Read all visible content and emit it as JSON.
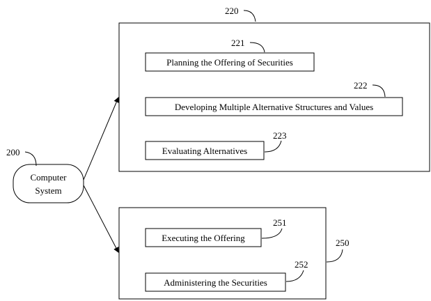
{
  "computer_system": {
    "ref": "200",
    "label_line1": "Computer",
    "label_line2": "System"
  },
  "group_220": {
    "ref": "220",
    "items": [
      {
        "ref": "221",
        "label": "Planning the Offering of Securities"
      },
      {
        "ref": "222",
        "label": "Developing Multiple Alternative Structures and Values"
      },
      {
        "ref": "223",
        "label": "Evaluating Alternatives"
      }
    ]
  },
  "group_250": {
    "ref": "250",
    "items": [
      {
        "ref": "251",
        "label": "Executing the Offering"
      },
      {
        "ref": "252",
        "label": "Administering the Securities"
      }
    ]
  }
}
